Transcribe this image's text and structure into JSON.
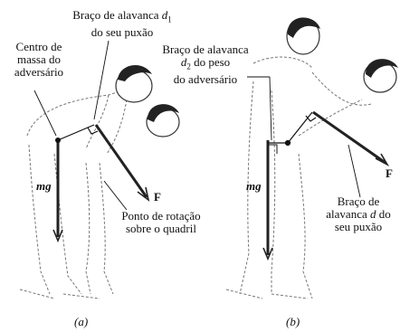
{
  "panel_a": {
    "caption": "(a)",
    "lever_arm_pull": {
      "line1_prefix": "Braço de alavanca ",
      "line1_var": "d",
      "line1_sub": "1",
      "line2": "do seu puxão"
    },
    "center_of_mass": {
      "line1": "Centro de",
      "line2": "massa do",
      "line3": "adversário"
    },
    "pivot": {
      "line1": "Ponto de rotação",
      "line2": "sobre o quadril"
    },
    "weight_symbol": "mg",
    "force_symbol": "F"
  },
  "panel_b": {
    "caption": "(b)",
    "lever_arm_weight": {
      "line1": "Braço de alavanca",
      "line2_var": "d",
      "line2_sub": "2",
      "line2_suffix": " do peso",
      "line3": "do adversário"
    },
    "lever_arm_pull": {
      "line1": "Braço de",
      "line2_prefix": "alavanca ",
      "line2_var": "d",
      "line2_suffix": " do",
      "line3": "seu puxão"
    },
    "weight_symbol": "mg",
    "force_symbol": "F"
  }
}
